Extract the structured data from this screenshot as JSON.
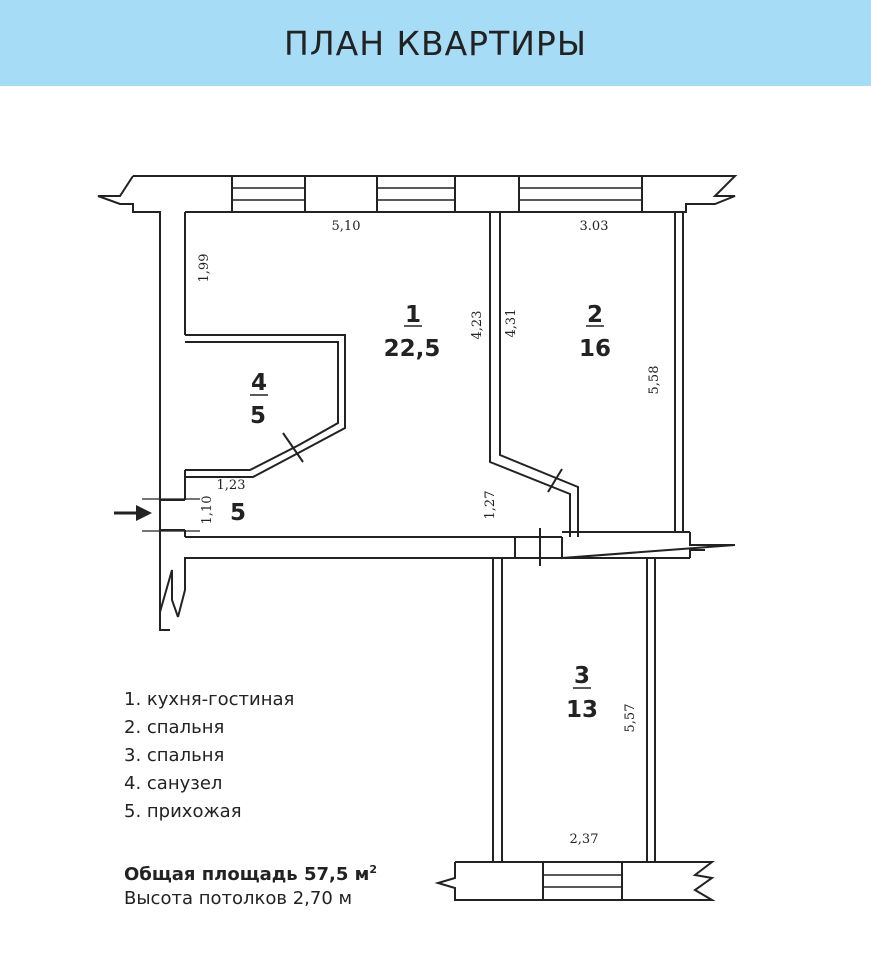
{
  "header": {
    "title": "ПЛАН КВАРТИРЫ"
  },
  "colors": {
    "header_bg": "#a6dcf6",
    "line": "#222222"
  },
  "rooms": [
    {
      "num": "1",
      "area": "22,5"
    },
    {
      "num": "2",
      "area": "16"
    },
    {
      "num": "3",
      "area": "13"
    },
    {
      "num": "4",
      "area": "5"
    },
    {
      "area": "5"
    }
  ],
  "dimensions": {
    "w_5_10": "5,10",
    "w_3_03": "3.03",
    "h_1_99": "1,99",
    "h_4_23": "4,23",
    "h_4_31": "4,31",
    "h_5_58": "5,58",
    "w_1_23": "1,23",
    "h_1_10": "1,10",
    "h_1_27": "1,27",
    "h_5_57": "5,57",
    "w_2_37": "2,37"
  },
  "legend": [
    "1. кухня-гостиная",
    "2. спальня",
    "3. спальня",
    "4. санузел",
    "5. прихожая"
  ],
  "totals": {
    "area_label": "Общая площадь 57,5 м",
    "area_sup": "2",
    "height_label": "Высота потолков 2,70 м"
  }
}
